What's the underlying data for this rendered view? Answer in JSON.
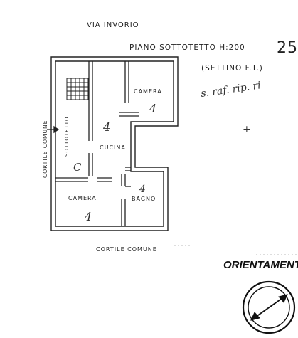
{
  "plan": {
    "street_top": "VIA INVORIO",
    "title": "PIANO SOTTOTETTO  H:200",
    "sheet_number": "25",
    "note": "(SETTINO F.T.)",
    "left_side_label": "CORTILE COMUNE",
    "bottom_label": "CORTILE COMUNE",
    "handwritten_note": "s. raf. rip. ri",
    "orientation_label": "ORIENTAMENT"
  },
  "rooms": [
    {
      "label": "CAMERA",
      "number": "4"
    },
    {
      "label": "SOTTOTETTO",
      "number": "C"
    },
    {
      "label": "CUCINA",
      "number": "4"
    },
    {
      "label": "CAMERA",
      "number": "4"
    },
    {
      "label": "BAGNO",
      "number": "4"
    }
  ],
  "colors": {
    "ink": "#222222",
    "paper": "#ffffff"
  },
  "icons": {
    "compass": "compass-icon",
    "stairs": "stairs-icon"
  }
}
